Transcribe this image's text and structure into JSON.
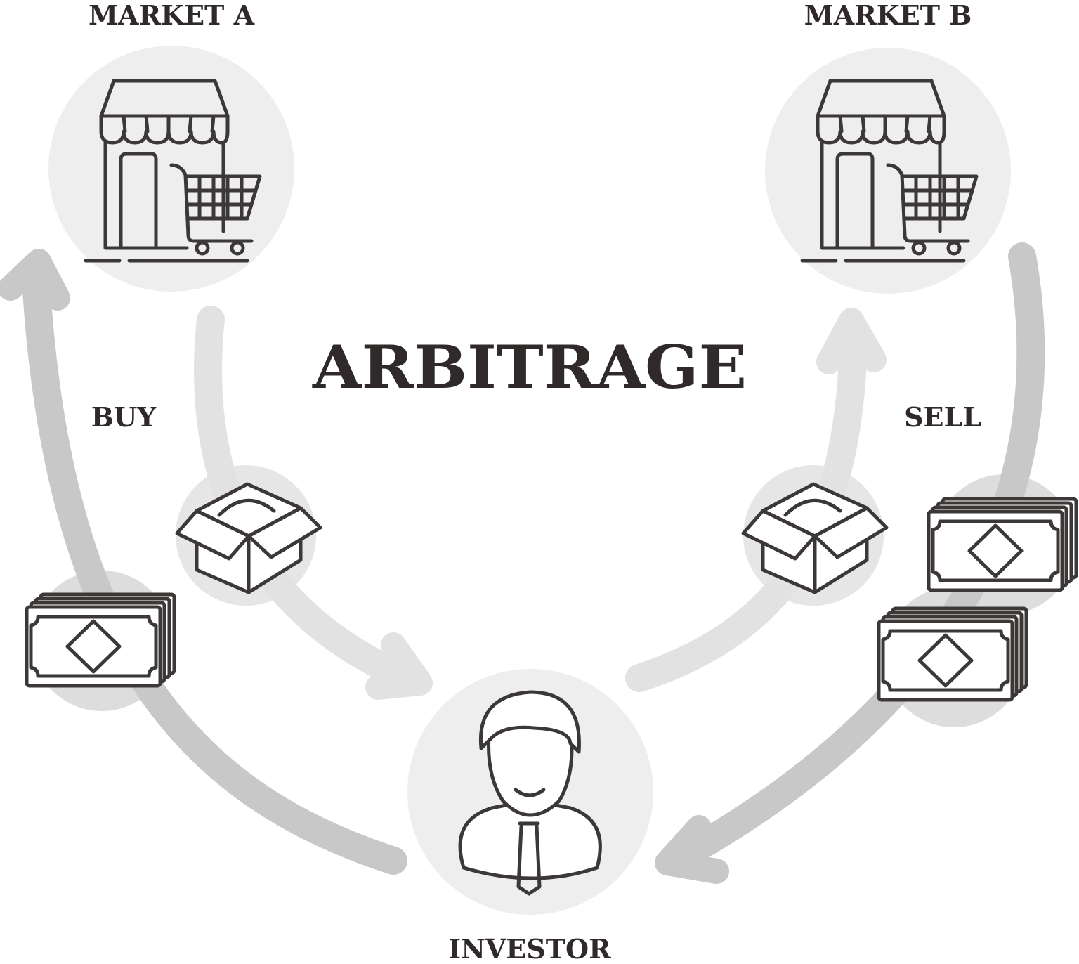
{
  "title": "ARBITRAGE",
  "nodes": {
    "market_a": "MARKET A",
    "market_b": "MARKET B",
    "investor": "INVESTOR"
  },
  "flows": {
    "buy": "BUY",
    "sell": "SELL"
  },
  "colors": {
    "text": "#2f2a29",
    "icon_stroke": "#3c3837",
    "circle_fill": "#eeeeee",
    "arrow_dark": "#c8c8c8",
    "arrow_light": "#e2e2e2"
  }
}
